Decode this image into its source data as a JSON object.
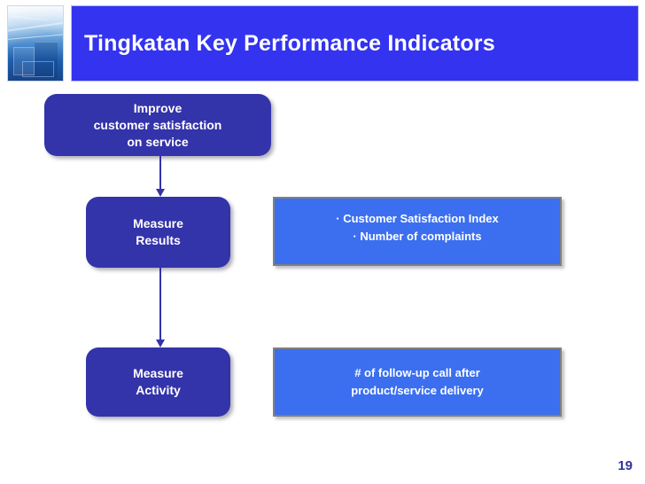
{
  "slide": {
    "title": "Tingkatan Key Performance Indicators",
    "page_number": "19",
    "logo_alt": "water-abstract-logo",
    "colors": {
      "title_bar": "#3333f0",
      "flow_box": "#3333aa",
      "kpi_box": "#3b6fef",
      "kpi_border": "#808080",
      "page_number": "#333399",
      "text": "#ffffff"
    }
  },
  "flow": {
    "goal": {
      "label": "Improve\ncustomer satisfaction\non service"
    },
    "levels": [
      {
        "node_label": "Measure\nResults",
        "detail_label": "· Customer Satisfaction Index\n· Number of complaints"
      },
      {
        "node_label": "Measure\nActivity",
        "detail_label": "# of follow-up call after\nproduct/service delivery"
      }
    ]
  }
}
